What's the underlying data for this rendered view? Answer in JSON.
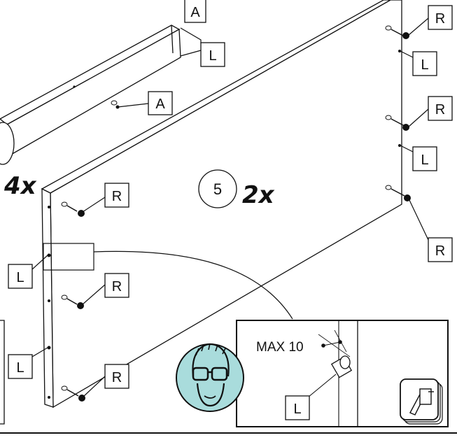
{
  "step_number": "5",
  "multipliers": {
    "left": "4x",
    "center": "2x"
  },
  "labels": {
    "a": "A",
    "l": "L",
    "r": "R"
  },
  "detail": {
    "max_text": "MAX 10",
    "label": "L"
  },
  "colors": {
    "line": "#111111",
    "safety_badge": "#a9dcdc"
  },
  "icons": [
    "safety-goggles-icon",
    "tool-icon"
  ]
}
